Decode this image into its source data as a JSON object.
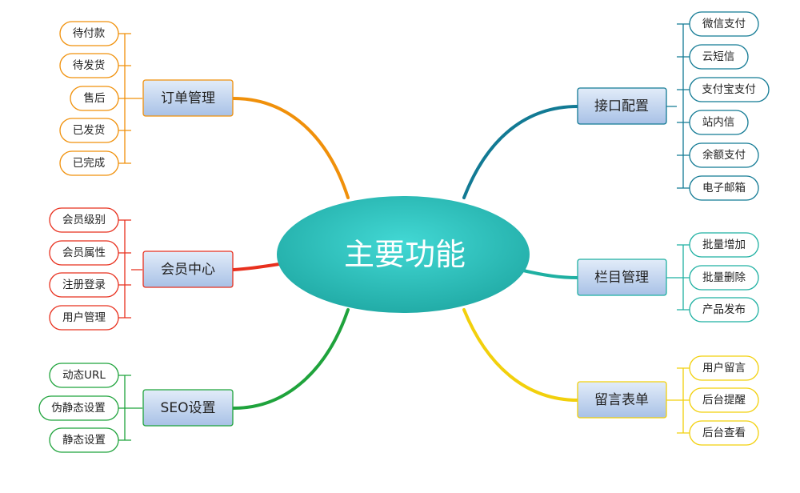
{
  "center": {
    "label": "主要功能"
  },
  "branches": {
    "order": {
      "label": "订单管理",
      "color": "#f0900a",
      "items": [
        "待付款",
        "待发货",
        "售后",
        "已发货",
        "已完成"
      ]
    },
    "member": {
      "label": "会员中心",
      "color": "#e8301e",
      "items": [
        "会员级别",
        "会员属性",
        "注册登录",
        "用户管理"
      ]
    },
    "seo": {
      "label": "SEO设置",
      "color": "#1fa33c",
      "items": [
        "动态URL",
        "伪静态设置",
        "静态设置"
      ]
    },
    "api": {
      "label": "接口配置",
      "color": "#127a94",
      "items": [
        "微信支付",
        "云短信",
        "支付宝支付",
        "站内信",
        "余额支付",
        "电子邮箱"
      ]
    },
    "column": {
      "label": "栏目管理",
      "color": "#1fb0a2",
      "items": [
        "批量增加",
        "批量删除",
        "产品发布"
      ]
    },
    "message": {
      "label": "留言表单",
      "color": "#f2d00c",
      "items": [
        "用户留言",
        "后台提醒",
        "后台查看"
      ]
    }
  },
  "colors": {
    "center_fill_top": "#3dd3d0",
    "center_fill_bottom": "#20aaa5",
    "branch_fill_top": "#dbe7f7",
    "branch_fill_bottom": "#a9c2e6",
    "branch_border": "#7d9fcf"
  }
}
